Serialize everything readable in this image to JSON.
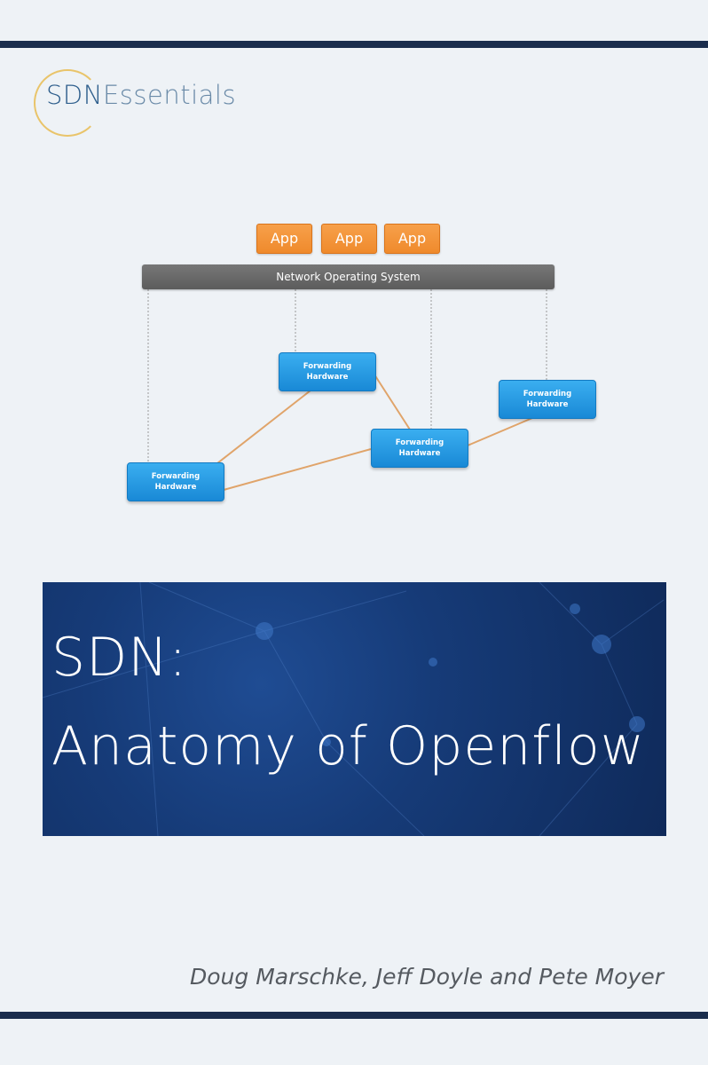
{
  "cover": {
    "series_logo": {
      "part1": "SDN",
      "part2": "Essentials"
    },
    "diagram": {
      "apps": [
        "App",
        "App",
        "App"
      ],
      "nos_label": "Network Operating  System",
      "forwarding_label_line1": "Forwarding",
      "forwarding_label_line2": "Hardware"
    },
    "title_line1": "SDN:",
    "title_line2": "Anatomy of Openflow",
    "authors": "Doug Marschke, Jeff Doyle and Pete Moyer"
  },
  "colors": {
    "rule": "#1a2d4d",
    "app": "#f0902f",
    "nos": "#666666",
    "forwarding": "#2a9de6",
    "link": "#e0a46a",
    "banner": "#163b78"
  }
}
